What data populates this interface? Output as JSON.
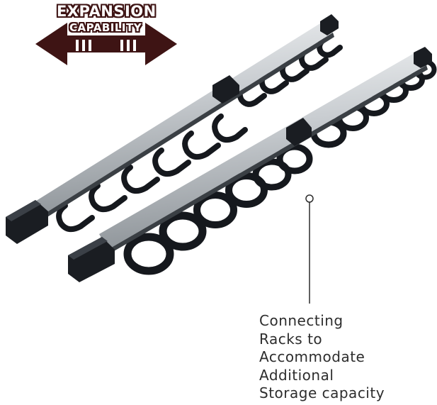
{
  "badge": {
    "line1": "EXPANSION",
    "line2": "CAPABILITY"
  },
  "caption": {
    "lines": [
      "Connecting",
      "Racks to",
      "Accommodate",
      "Additional",
      "Storage capacity"
    ]
  },
  "colors": {
    "badge_arrow": "#3e1414",
    "rail_aluminum": "#d9dde0",
    "hook_black": "#15181d",
    "caption_text": "#2d2d2d"
  }
}
